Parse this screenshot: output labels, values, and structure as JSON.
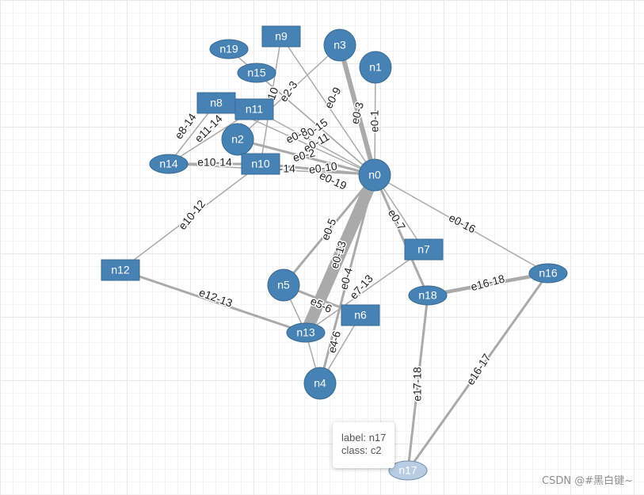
{
  "graph": {
    "nodes": [
      {
        "id": "n0",
        "label": "n0",
        "shape": "circle"
      },
      {
        "id": "n1",
        "label": "n1",
        "shape": "circle"
      },
      {
        "id": "n2",
        "label": "n2",
        "shape": "circle"
      },
      {
        "id": "n3",
        "label": "n3",
        "shape": "circle"
      },
      {
        "id": "n4",
        "label": "n4",
        "shape": "circle"
      },
      {
        "id": "n5",
        "label": "n5",
        "shape": "circle"
      },
      {
        "id": "n6",
        "label": "n6",
        "shape": "rect"
      },
      {
        "id": "n7",
        "label": "n7",
        "shape": "rect"
      },
      {
        "id": "n8",
        "label": "n8",
        "shape": "rect"
      },
      {
        "id": "n9",
        "label": "n9",
        "shape": "rect"
      },
      {
        "id": "n10",
        "label": "n10",
        "shape": "rect"
      },
      {
        "id": "n11",
        "label": "n11",
        "shape": "rect"
      },
      {
        "id": "n12",
        "label": "n12",
        "shape": "rect"
      },
      {
        "id": "n13",
        "label": "n13",
        "shape": "ellipse"
      },
      {
        "id": "n14",
        "label": "n14",
        "shape": "ellipse"
      },
      {
        "id": "n15",
        "label": "n15",
        "shape": "ellipse"
      },
      {
        "id": "n16",
        "label": "n16",
        "shape": "ellipse"
      },
      {
        "id": "n17",
        "label": "n17",
        "shape": "ellipse",
        "state": "hover"
      },
      {
        "id": "n18",
        "label": "n18",
        "shape": "ellipse"
      },
      {
        "id": "n19",
        "label": "n19",
        "shape": "ellipse"
      }
    ],
    "edges": [
      {
        "id": "e0-1",
        "label": "e0-1",
        "source": "n0",
        "target": "n1",
        "weight": 1
      },
      {
        "id": "e0-3",
        "label": "e0-3",
        "source": "n0",
        "target": "n3",
        "weight": 4
      },
      {
        "id": "e0-9",
        "label": "e0-9",
        "source": "n0",
        "target": "n9",
        "weight": 1
      },
      {
        "id": "e0-15",
        "label": "e0-15",
        "source": "n0",
        "target": "n15",
        "weight": 1
      },
      {
        "id": "e0-11",
        "label": "e0-11",
        "source": "n0",
        "target": "n11",
        "weight": 1
      },
      {
        "id": "e0-8",
        "label": "e0-8",
        "source": "n0",
        "target": "n8",
        "weight": 1
      },
      {
        "id": "e0-2",
        "label": "e0-2",
        "source": "n0",
        "target": "n2",
        "weight": 2
      },
      {
        "id": "e0-10",
        "label": "e0-10",
        "source": "n0",
        "target": "n10",
        "weight": 2
      },
      {
        "id": "e0-14",
        "label": "e0-14",
        "source": "n0",
        "target": "n14",
        "weight": 1
      },
      {
        "id": "e0-19",
        "label": "e0-19",
        "source": "n0",
        "target": "n19",
        "weight": 1
      },
      {
        "id": "e0-7",
        "label": "e0-7",
        "source": "n0",
        "target": "n7",
        "weight": 1
      },
      {
        "id": "e0-16",
        "label": "e0-16",
        "source": "n0",
        "target": "n16",
        "weight": 1
      },
      {
        "id": "e0-5",
        "label": "e0-5",
        "source": "n0",
        "target": "n5",
        "weight": 2
      },
      {
        "id": "e0-13",
        "label": "e0-13",
        "source": "n0",
        "target": "n13",
        "weight": 10
      },
      {
        "id": "e0-4",
        "label": "e0-4",
        "source": "n0",
        "target": "n4",
        "weight": 2
      },
      {
        "id": "e0-18",
        "label": "",
        "source": "n0",
        "target": "n18",
        "weight": 2
      },
      {
        "id": "e2-3",
        "label": "e2-3",
        "source": "n2",
        "target": "n3",
        "weight": 1
      },
      {
        "id": "e9-10",
        "label": "e9-10",
        "source": "n9",
        "target": "n10",
        "weight": 1
      },
      {
        "id": "e8-14",
        "label": "e8-14",
        "source": "n8",
        "target": "n14",
        "weight": 1
      },
      {
        "id": "e11-14",
        "label": "e11-14",
        "source": "n11",
        "target": "n14",
        "weight": 1
      },
      {
        "id": "e10-14",
        "label": "e10-14",
        "source": "n10",
        "target": "n14",
        "weight": 2
      },
      {
        "id": "e10-12",
        "label": "e10-12",
        "source": "n10",
        "target": "n12",
        "weight": 1
      },
      {
        "id": "e12-13",
        "label": "e12-13",
        "source": "n12",
        "target": "n13",
        "weight": 2
      },
      {
        "id": "e5-6",
        "label": "e5-6",
        "source": "n5",
        "target": "n6",
        "weight": 2
      },
      {
        "id": "e4-6",
        "label": "e4-6",
        "source": "n4",
        "target": "n6",
        "weight": 1
      },
      {
        "id": "e7-13",
        "label": "e7-13",
        "source": "n7",
        "target": "n13",
        "weight": 1
      },
      {
        "id": "e5-13",
        "label": "",
        "source": "n5",
        "target": "n13",
        "weight": 1
      },
      {
        "id": "e4-13",
        "label": "",
        "source": "n4",
        "target": "n13",
        "weight": 1
      },
      {
        "id": "e16-18",
        "label": "e16-18",
        "source": "n16",
        "target": "n18",
        "weight": 3
      },
      {
        "id": "e17-18",
        "label": "e17-18",
        "source": "n17",
        "target": "n18",
        "weight": 2
      },
      {
        "id": "e16-17",
        "label": "e16-17",
        "source": "n16",
        "target": "n17",
        "weight": 2
      }
    ]
  },
  "colors": {
    "node_fill": "#4682b4",
    "node_stroke": "#3b6a92",
    "node_hover_fill": "#b8cce2",
    "node_hover_stroke": "#6f8fb0",
    "edge": "#aaaaaa"
  },
  "tooltip": {
    "label_line": "label: n17",
    "class_line": "class: c2"
  },
  "watermark": "CSDN @#黑白键~"
}
